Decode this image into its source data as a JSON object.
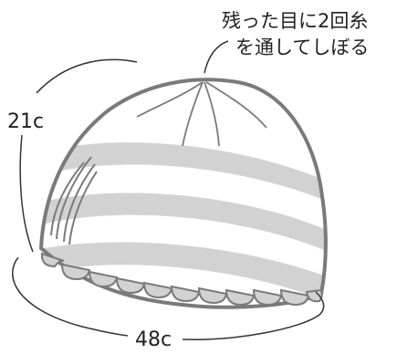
{
  "annotation": {
    "line1": "残った目に2回糸",
    "line2": "を通してしぼる"
  },
  "dimensions": {
    "height_label": "21c",
    "circumference_label": "48c"
  },
  "colors": {
    "outline": "#7a7a7a",
    "body": "#ffffff",
    "stripe": "#d2d2d2",
    "text": "#222222"
  }
}
